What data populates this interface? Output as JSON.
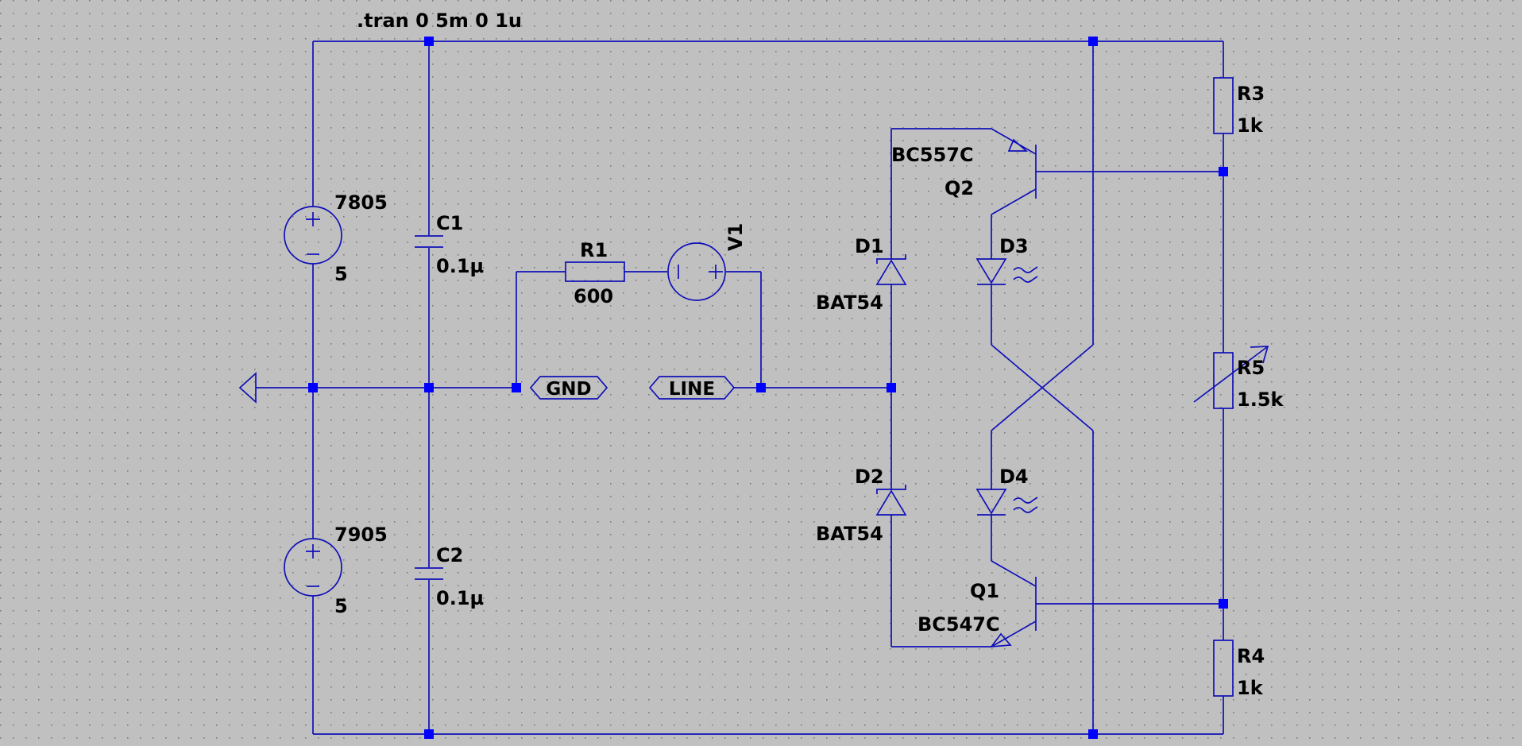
{
  "directive": ".tran 0 5m 0 1u",
  "sources": [
    {
      "name": "7805",
      "value": "5"
    },
    {
      "name": "7905",
      "value": "5"
    },
    {
      "name": "V1"
    }
  ],
  "capacitors": [
    {
      "name": "C1",
      "value": "0.1µ"
    },
    {
      "name": "C2",
      "value": "0.1µ"
    }
  ],
  "resistors": [
    {
      "name": "R1",
      "value": "600"
    },
    {
      "name": "R3",
      "value": "1k"
    },
    {
      "name": "R4",
      "value": "1k"
    },
    {
      "name": "R5",
      "value": "1.5k"
    }
  ],
  "diodes": [
    {
      "name": "D1",
      "model": "BAT54"
    },
    {
      "name": "D2",
      "model": "BAT54"
    },
    {
      "name": "D3"
    },
    {
      "name": "D4"
    }
  ],
  "transistors": [
    {
      "name": "Q2",
      "model": "BC557C"
    },
    {
      "name": "Q1",
      "model": "BC547C"
    }
  ],
  "net_labels": {
    "gnd": "GND",
    "line": "LINE"
  },
  "colors": {
    "background": "#c0c0c0",
    "wire": "#1010b8",
    "junction": "#0000ff",
    "text": "#000000"
  }
}
